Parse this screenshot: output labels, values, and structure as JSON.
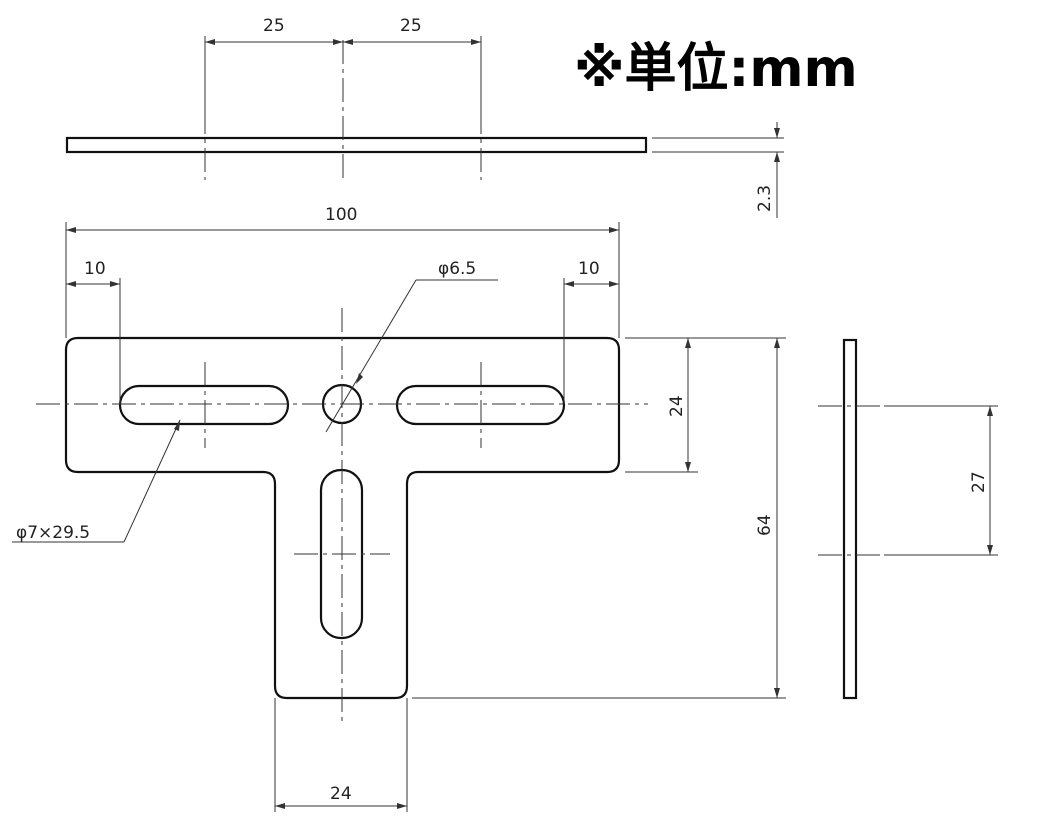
{
  "unit_note": "※単位:mm",
  "dimensions": {
    "top_spacing_left": "25",
    "top_spacing_right": "25",
    "thickness": "2.3",
    "overall_width": "100",
    "left_margin": "10",
    "right_margin": "10",
    "center_hole": "φ6.5",
    "slot": "φ7×29.5",
    "bar_height": "24",
    "overall_height": "64",
    "stem_width": "24",
    "side_slot_spacing": "27"
  }
}
